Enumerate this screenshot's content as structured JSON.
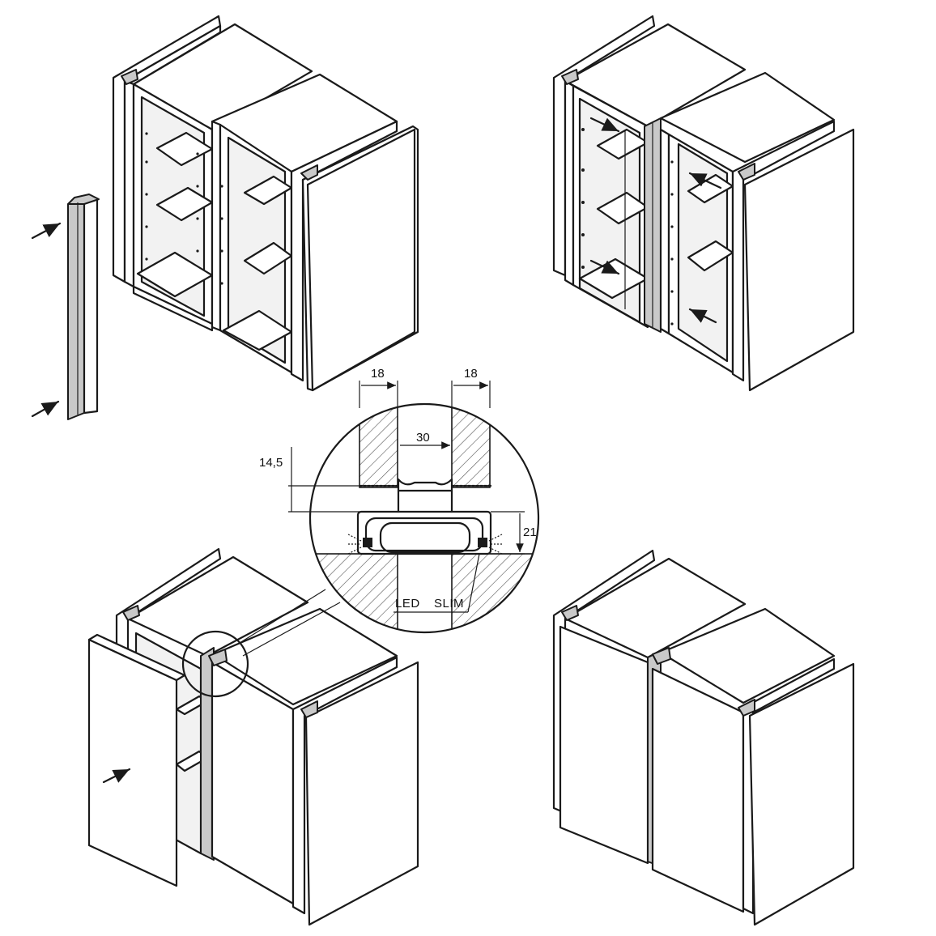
{
  "detail": {
    "dimensions": {
      "left_panel": "18",
      "right_panel": "18",
      "gap": "30",
      "depth_offset": "14,5",
      "profile_height": "21"
    },
    "labels": {
      "led": "LED",
      "slim": "SLIM"
    }
  },
  "colors": {
    "ink": "#1a1a1a",
    "profile": "#c9c9c9"
  }
}
